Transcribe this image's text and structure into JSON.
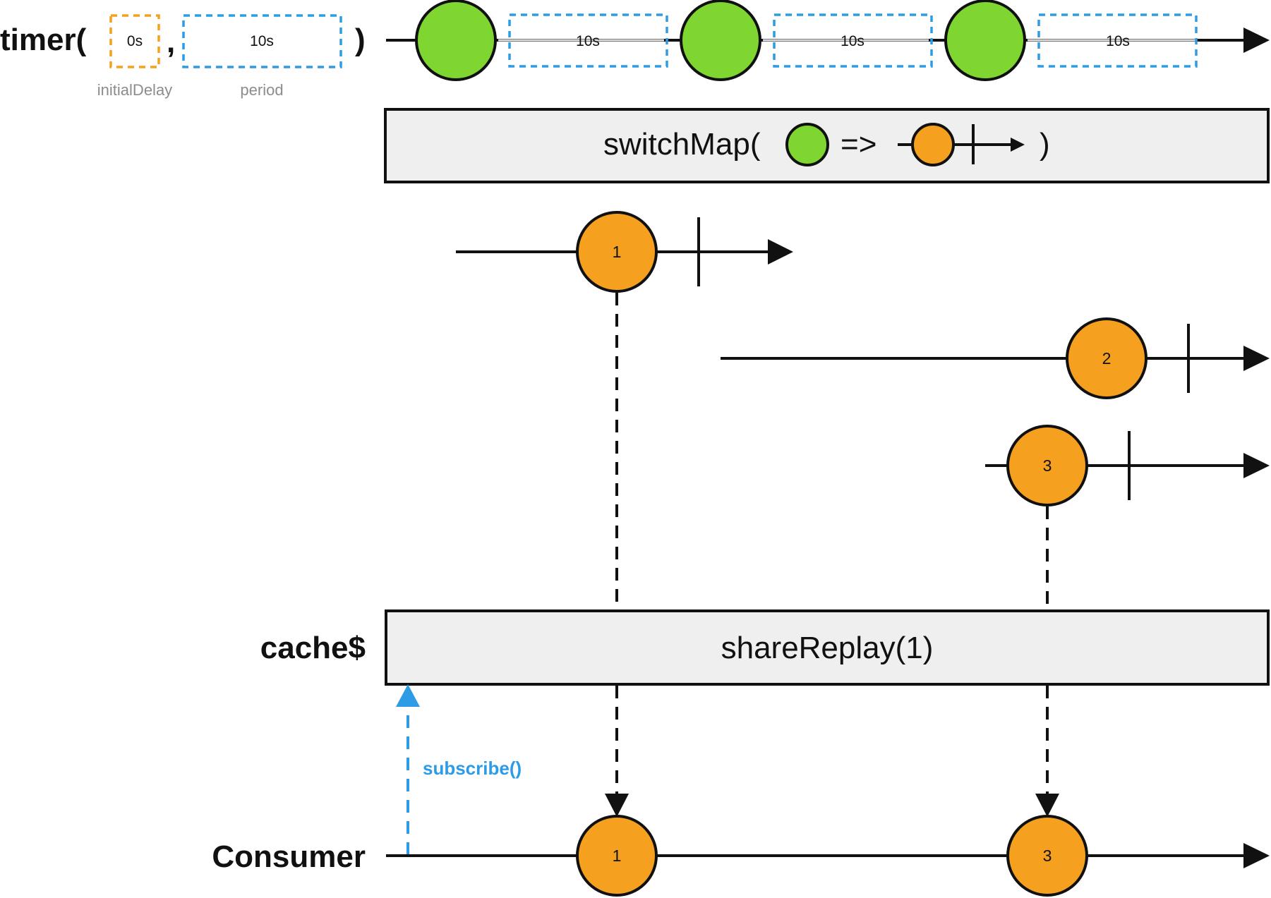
{
  "colors": {
    "green": "#7fd630",
    "orange": "#f5a01e",
    "blue": "#2e9be6",
    "box_fill": "#efefef",
    "ink": "#111111"
  },
  "timer": {
    "label_open": "timer(",
    "comma": ",",
    "label_close": ")",
    "initial_delay_value": "0s",
    "initial_delay_caption": "initialDelay",
    "period_value": "10s",
    "period_caption": "period",
    "interval_labels": [
      "10s",
      "10s",
      "10s"
    ]
  },
  "switchmap": {
    "label_open": "switchMap(",
    "arrow": "=>",
    "label_close": ")"
  },
  "inner_streams": [
    {
      "value": "1"
    },
    {
      "value": "2"
    },
    {
      "value": "3"
    }
  ],
  "cache": {
    "stream_label": "cache$",
    "operator": "shareReplay(1)"
  },
  "consumer": {
    "stream_label": "Consumer",
    "subscribe_label": "subscribe()",
    "values": [
      "1",
      "3"
    ]
  }
}
